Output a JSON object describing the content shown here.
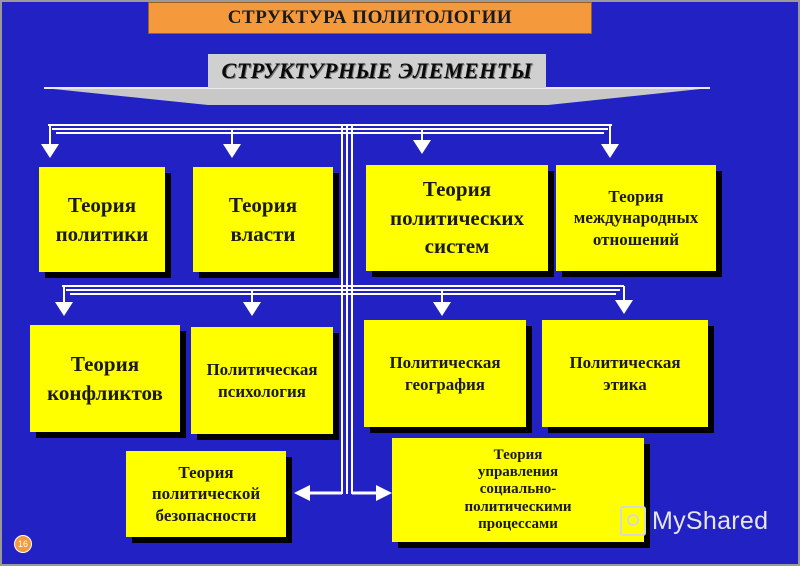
{
  "title": "СТРУКТУРА ПОЛИТОЛОГИИ",
  "subtitle": "СТРУКТУРНЫЕ ЭЛЕМЕНТЫ",
  "nodes": {
    "theory_politics": "Теория\nполитики",
    "theory_power": "Теория\nвласти",
    "theory_political_systems": "Теория\nполитических\nсистем",
    "theory_international": "Теория\nмеждународных\nотношений",
    "theory_conflicts": "Теория\nконфликтов",
    "political_psychology": "Политическая\nпсихология",
    "political_geography": "Политическая\nгеография",
    "political_ethics": "Политическая\nэтика",
    "theory_security": "Теория\nполитической\nбезопасности",
    "theory_management": "Теория\nуправления\nсоциально-\nполитическими\nпроцессами"
  },
  "slide_number": "16",
  "watermark": "MyShared",
  "colors": {
    "background": "#2222c4",
    "node_fill": "#ffff00",
    "title_fill": "#f59a3c",
    "connector": "#ffffff"
  }
}
